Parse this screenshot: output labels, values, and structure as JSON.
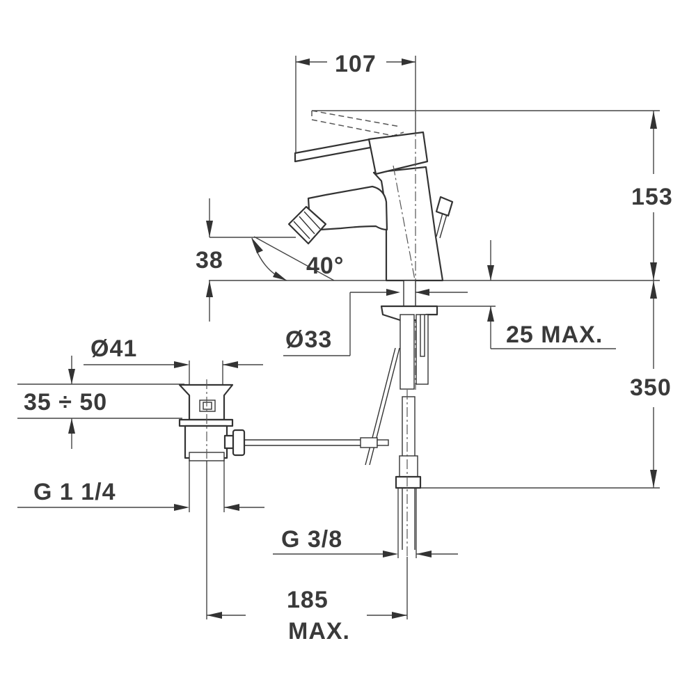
{
  "dimensions": {
    "width_107": "107",
    "height_153": "153",
    "spout_38": "38",
    "angle_40": "40°",
    "dia_33": "Ø33",
    "thickness_25": "25 MAX.",
    "height_350": "350",
    "dia_41": "Ø41",
    "range_35_50": "35 ÷ 50",
    "thread_g114": "G 1 1/4",
    "thread_g38": "G 3/8",
    "dist_185": "185",
    "dist_185_max": "MAX."
  }
}
